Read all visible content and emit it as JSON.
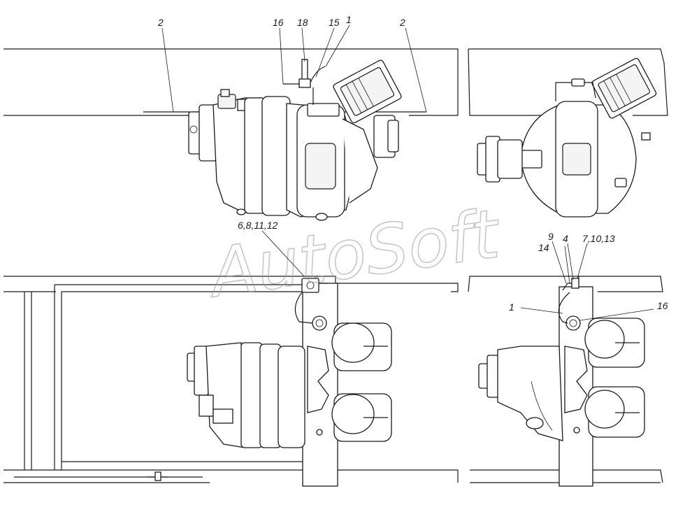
{
  "watermark": "AutoSoft",
  "callouts": {
    "top_left_2": "2",
    "top_16": "16",
    "top_18": "18",
    "top_15": "15",
    "top_1": "1",
    "top_right_2": "2",
    "group_6_8_11_12": "6,8,11,12",
    "bottom_9": "9",
    "bottom_14": "14",
    "bottom_4": "4",
    "bottom_7_10_13": "7,10,13",
    "bottom_1": "1",
    "bottom_16": "16"
  }
}
